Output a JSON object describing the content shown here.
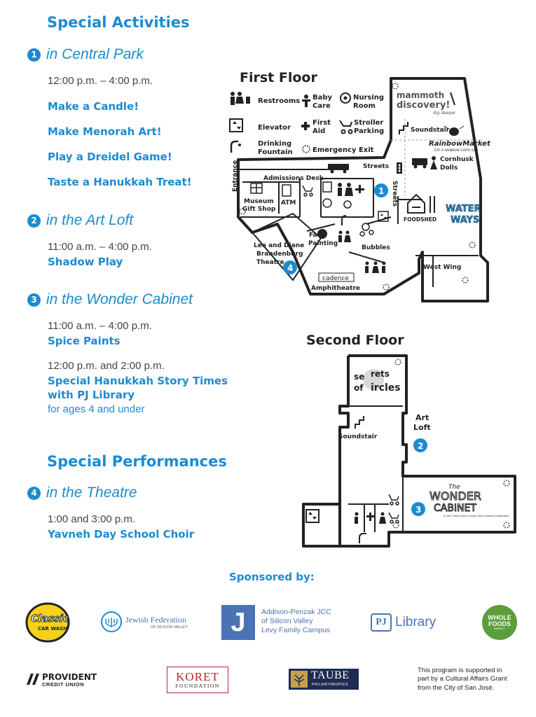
{
  "special_activities": {
    "heading": "Special Activities",
    "central_park": {
      "number": "1",
      "name": "in Central Park",
      "time": "12:00 p.m. – 4:00 p.m.",
      "items": [
        "Make a Candle!",
        "Make Menorah Art!",
        "Play a Dreidel Game!",
        "Taste a Hanukkah Treat!"
      ]
    },
    "art_loft": {
      "number": "2",
      "name": "in the Art Loft",
      "time": "11:00 a.m. – 4:00 p.m.",
      "items": [
        "Shadow Play"
      ]
    },
    "wonder_cabinet": {
      "number": "3",
      "name": "in the Wonder Cabinet",
      "time1": "11:00 a.m. – 4:00 p.m.",
      "item1": "Spice Paints",
      "time2": "12:00 p.m. and 2:00 p.m.",
      "item2_line1": "Special Hanukkah Story Times",
      "item2_line2": "with PJ Library",
      "note": "for ages 4 and under"
    }
  },
  "special_performances": {
    "heading": "Special Performances",
    "theatre": {
      "number": "4",
      "name": "in the Theatre",
      "time": "1:00 and 3:00 p.m.",
      "item": "Yavneh Day School Choir"
    }
  },
  "first_floor": {
    "title": "First Floor",
    "legend": {
      "restrooms": "Restrooms",
      "baby_care_1": "Baby",
      "baby_care_2": "Care",
      "nursing_1": "Nursing",
      "nursing_2": "Room",
      "elevator": "Elevator",
      "first_aid_1": "First",
      "first_aid_2": "Aid",
      "stroller_1": "Stroller",
      "stroller_2": "Parking",
      "drinking_1": "Drinking",
      "drinking_2": "Fountain",
      "emergency_exit": "Emergency Exit"
    },
    "labels": {
      "mammoth_1": "mammoth",
      "mammoth_2": "discovery!",
      "mammoth_tag": "dig deeper",
      "soundstair": "Soundstair",
      "rainbow": "RainbowMarket",
      "rainbow_tag": "EAT A RAINBOW EVERY DAY",
      "cornhusk_1": "Cornhusk",
      "cornhusk_2": "Dolls",
      "streets": "Streets",
      "streets_vertical": "Streets",
      "admissions": "Admissions Desk",
      "entrance": "Entrance",
      "museum_1": "Museum",
      "museum_2": "Gift Shop",
      "atm": "ATM",
      "foodshed": "FOODSHED",
      "waterways_1": "WATER",
      "waterways_2": "WAYS",
      "face_1": "Face",
      "face_2": "Painting",
      "bubbles": "Bubbles",
      "theatre_1": "Lee and Diane",
      "theatre_2": "Brandenburg",
      "theatre_3": "Theatre",
      "cadence": "cadence",
      "amphitheatre": "Amphitheatre",
      "west_wing": "West Wing",
      "marker_1": "1",
      "marker_4": "4"
    }
  },
  "second_floor": {
    "title": "Second Floor",
    "labels": {
      "secrets_1": "se",
      "secrets_2": "rets",
      "secrets_3": "of",
      "secrets_4": "ircles",
      "soundstair": "Soundstair",
      "art_1": "Art",
      "art_2": "Loft",
      "wonder_1": "The",
      "wonder_2": "WONDER",
      "wonder_3": "CABINET",
      "wonder_tag": "A 2017 Santa Clara County Early Learning Laboratory",
      "marker_2": "2",
      "marker_3": "3"
    }
  },
  "sponsors": {
    "heading": "Sponsored by:",
    "classic_car_wash_1": "Classic",
    "classic_car_wash_2": "CAR WASH",
    "jewish_federation": "Jewish Federation",
    "jewish_federation_sub": "OF SILICON VALLEY",
    "jcc_letter": "J",
    "jcc_1": "Addison-Penzak JCC",
    "jcc_2": "of Silicon Valley",
    "jcc_3": "Levy Family Campus",
    "pj_1": "PJ",
    "pj_2": "Library",
    "whole_foods_1": "WHOLE",
    "whole_foods_2": "FOODS",
    "whole_foods_3": "MARKET",
    "provident_1": "PROVIDENT",
    "provident_2": "CREDIT UNION",
    "koret_1": "KORET",
    "koret_2": "FOUNDATION",
    "taube_1": "TAUBE",
    "taube_2": "PHILANTHROPIES",
    "grant_1": "This program is supported in",
    "grant_2": "part by a Cultural Affairs Grant",
    "grant_3": "from the City of San José."
  },
  "colors": {
    "accent": "#1c8bd1",
    "ink": "#222222",
    "jcc_blue": "#4a73b5",
    "whole_foods_green": "#5a9e3a",
    "koret_red": "#b8262c",
    "taube_navy": "#1f2c52"
  }
}
